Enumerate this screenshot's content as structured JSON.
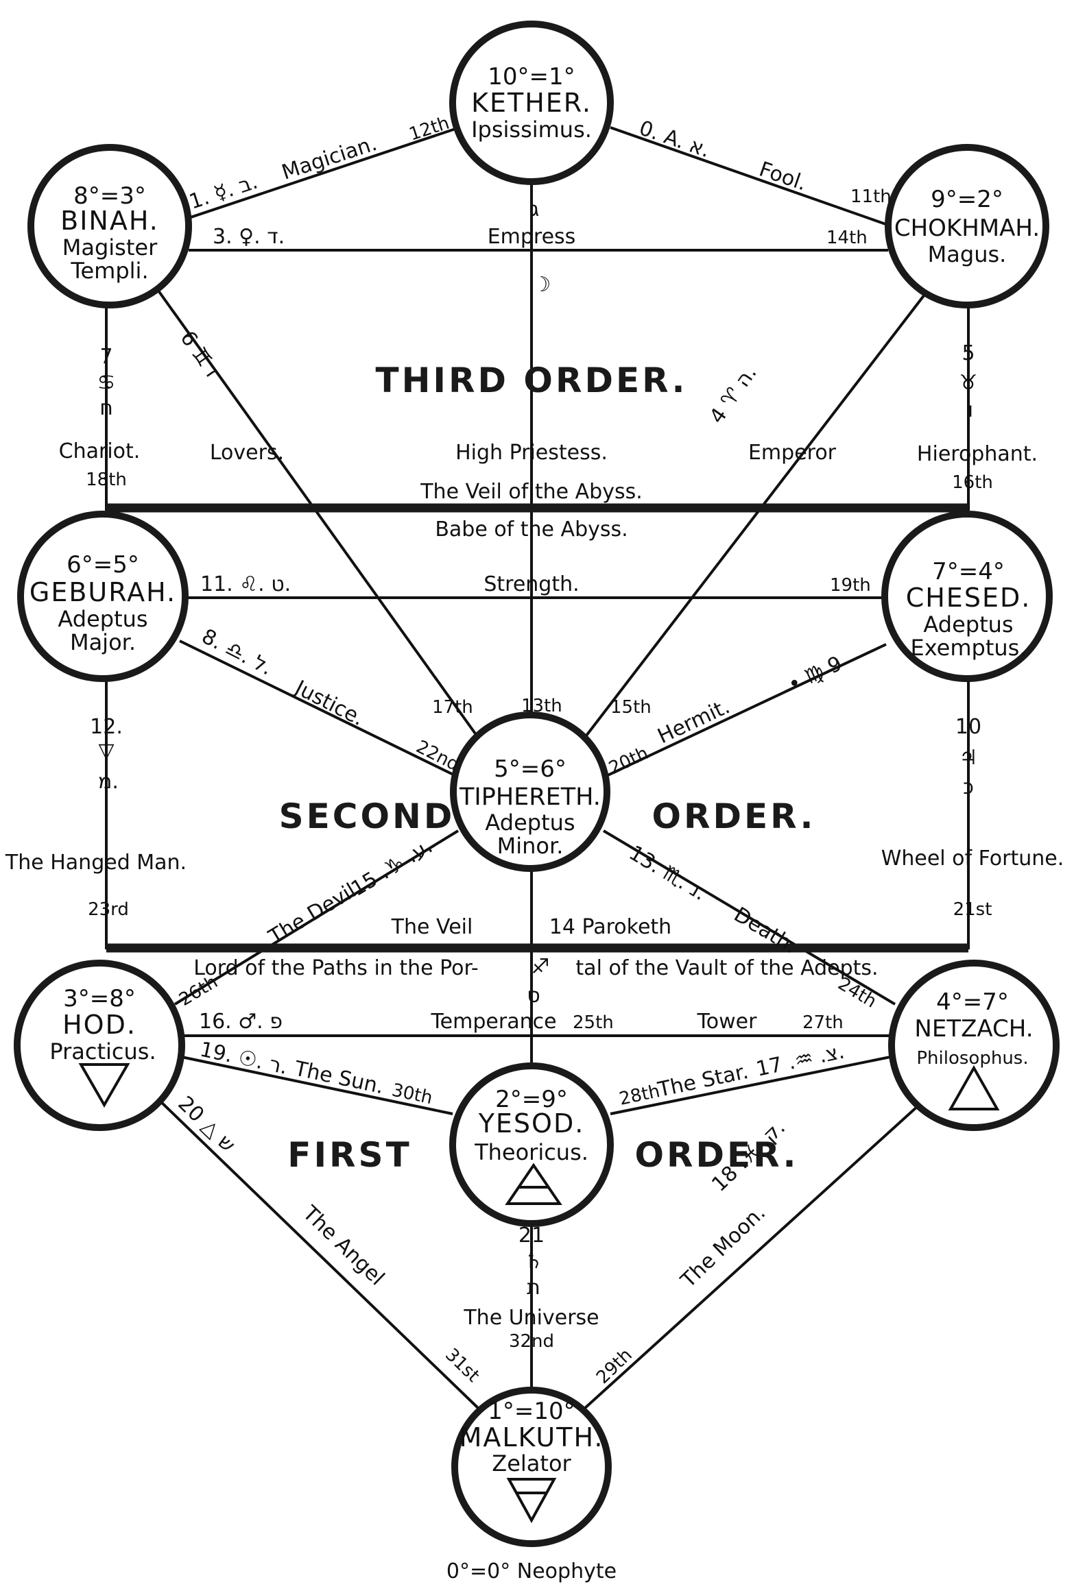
{
  "diagram": {
    "colors": {
      "ink": "#111111",
      "paper": "#ffffff"
    },
    "orders": {
      "third": "THIRD  ORDER.",
      "second_left": "SECOND",
      "second_right": "ORDER.",
      "first_left": "FIRST",
      "first_right": "ORDER."
    },
    "veils": {
      "abyss_above": "The Veil of the Abyss.",
      "abyss_below": "Babe of the Abyss.",
      "paroketh_above_left": "The Veil",
      "paroketh_above_right": "14 Paroketh",
      "paroketh_below_left": "Lord of the Paths in the Por-",
      "paroketh_below_right": "tal of the Vault of the Adepts."
    },
    "sephiroth": [
      {
        "id": "kether",
        "grade": "10°=1°",
        "name": "KETHER.",
        "title1": "Ipsissimus.",
        "title2": ""
      },
      {
        "id": "binah",
        "grade": "8°=3°",
        "name": "BINAH.",
        "title1": "Magister",
        "title2": "Templi."
      },
      {
        "id": "chokhmah",
        "grade": "9°=2°",
        "name": "CHOKHMAH.",
        "title1": "Magus.",
        "title2": ""
      },
      {
        "id": "geburah",
        "grade": "6°=5°",
        "name": "GEBURAH.",
        "title1": "Adeptus",
        "title2": "Major."
      },
      {
        "id": "chesed",
        "grade": "7°=4°",
        "name": "CHESED.",
        "title1": "Adeptus",
        "title2": "Exemptus."
      },
      {
        "id": "tiphereth",
        "grade": "5°=6°",
        "name": "TIPHERETH.",
        "title1": "Adeptus",
        "title2": "Minor."
      },
      {
        "id": "hod",
        "grade": "3°=8°",
        "name": "HOD.",
        "title1": "Practicus.",
        "title2": ""
      },
      {
        "id": "netzach",
        "grade": "4°=7°",
        "name": "NETZACH.",
        "title1": "Philosophus.",
        "title2": ""
      },
      {
        "id": "yesod",
        "grade": "2°=9°",
        "name": "YESOD.",
        "title1": "Theoricus.",
        "title2": ""
      },
      {
        "id": "malkuth",
        "grade": "1°=10°",
        "name": "MALKUTH.",
        "title1": "Zelator",
        "title2": ""
      }
    ],
    "element_symbols": {
      "hod": "water-triangle",
      "netzach": "fire-triangle",
      "yesod": "air-triangle",
      "malkuth": "earth-triangle"
    },
    "neophyte": "0°=0° Neophyte",
    "paths": {
      "magician": {
        "attrib": "1. ☿. ב.",
        "card": "Magician.",
        "number": "12th"
      },
      "fool": {
        "attrib": "0. A. א.",
        "card": "Fool.",
        "number": "11th"
      },
      "empress": {
        "attrib": "3. ♀. ד.",
        "card": "Empress",
        "number": "14th"
      },
      "high_priestess": {
        "glyphs": [
          "ג",
          "☽"
        ],
        "card": "High Priestess.",
        "number": "13th"
      },
      "lovers": {
        "attrib": "6 ♊ ז",
        "card": "Lovers.",
        "number": "17th"
      },
      "emperor": {
        "attrib": "ה ♈ 4.",
        "card": "Emperor",
        "number": "15th"
      },
      "chariot": {
        "glyphs": [
          "7",
          "♋",
          "ח"
        ],
        "card": "Chariot.",
        "number": "18th"
      },
      "hierophant": {
        "glyphs": [
          "5",
          "♉",
          "ו"
        ],
        "card": "Hierophant.",
        "number": "16th"
      },
      "strength": {
        "attrib": "11. ♌. ט.",
        "card": "Strength.",
        "number": "19th"
      },
      "justice": {
        "attrib": "8. ♎. ל.",
        "card": "Justice.",
        "number": "22nd"
      },
      "hermit": {
        "attrib": "• ♍ 9",
        "card": "Hermit.",
        "number": "20th"
      },
      "hanged_man": {
        "glyphs": [
          "12.",
          "▽",
          "מ."
        ],
        "card": "The Hanged Man.",
        "number": "23rd"
      },
      "wheel": {
        "glyphs": [
          "10",
          "♃",
          "כ"
        ],
        "card": "Wheel of Fortune.",
        "number": "21st"
      },
      "devil": {
        "attrib": "ע. ♑. 15.",
        "card": "The Devil.",
        "number": "26th"
      },
      "death": {
        "attrib": "13. ♏. נ.",
        "card": "Death.",
        "number": "24th"
      },
      "temperance": {
        "glyphs": [
          "♐",
          "ס"
        ],
        "card": "Temperance",
        "number": "25th"
      },
      "tower": {
        "attrib": "16. ♂. פ",
        "card": "Tower",
        "number": "27th"
      },
      "sun": {
        "attrib": "19. ☉. ר.",
        "card": "The Sun.",
        "number": "30th"
      },
      "star": {
        "attrib": "צ. ♒. 17.",
        "card": "The Star.",
        "number": "28th"
      },
      "angel": {
        "attrib": "20 △ ש",
        "card": "The Angel",
        "number": "31st"
      },
      "moon": {
        "attrib": "ק. ♓. 18.",
        "card": "The Moon.",
        "number": "29th"
      },
      "universe": {
        "glyphs": [
          "21",
          "♄",
          "ת"
        ],
        "card": "The Universe",
        "number": "32nd"
      }
    }
  }
}
